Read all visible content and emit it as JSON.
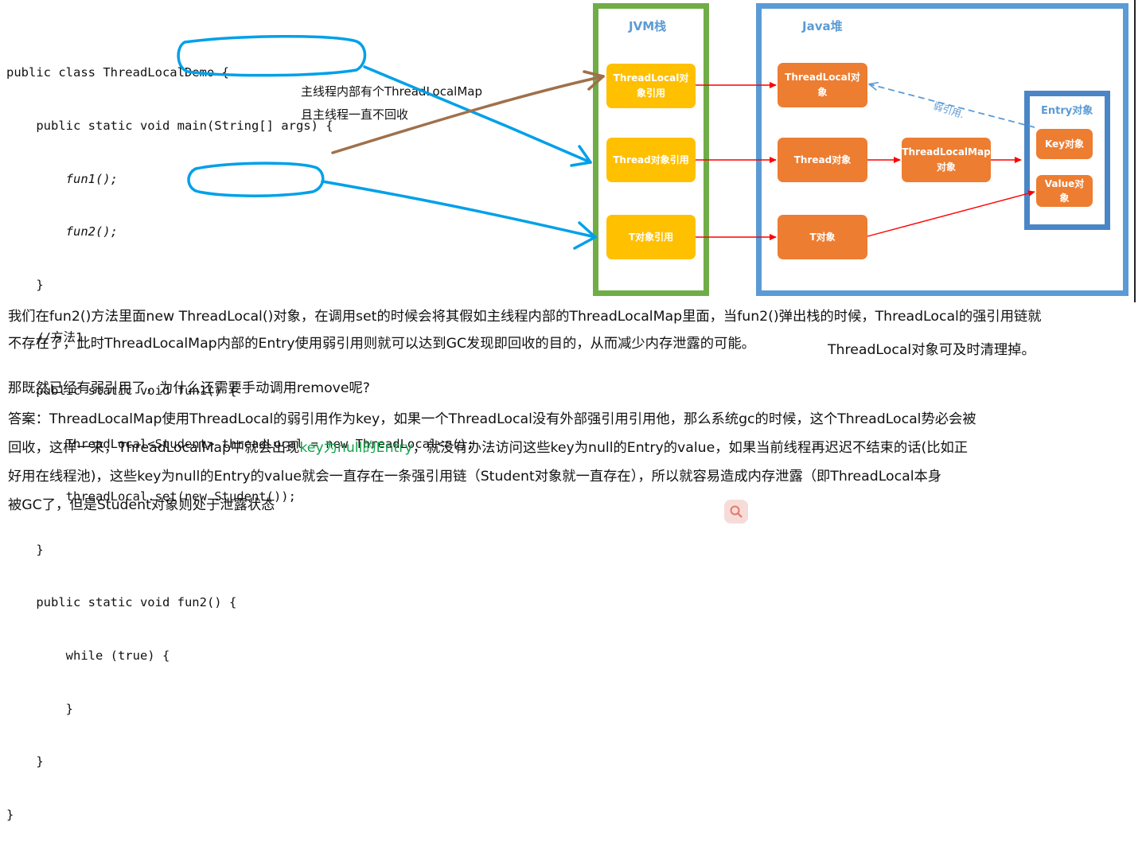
{
  "code": {
    "lines": [
      "public class ThreadLocalDemo {",
      "    public static void main(String[] args) {",
      "        fun1();",
      "        fun2();",
      "    }",
      "    //方法1",
      "    public static void fun1() {",
      "        ThreadLocal<Student> threadLocal = new ThreadLocal<>();",
      "        threadLocal.set(new Student());",
      "    }",
      "    public static void fun2() {",
      "        while (true) {",
      "        }",
      "    }",
      "}"
    ]
  },
  "annotation": {
    "line1": "主线程内部有个ThreadLocalMap",
    "line2": "且主线程一直不回收"
  },
  "diagram": {
    "jvm_title": "JVM栈",
    "heap_title": "Java堆",
    "entry_title": "Entry对象",
    "threadlocal_ref": "ThreadLocal对象引用",
    "thread_ref": "Thread对象引用",
    "t_ref": "T对象引用",
    "threadlocal_obj": "ThreadLocal对象",
    "thread_obj": "Thread对象",
    "threadlocalmap_obj": "ThreadLocalMap对象",
    "t_obj": "T对象",
    "key_obj": "Key对象",
    "value_obj": "Value对象",
    "weak_ref": "弱引用."
  },
  "text": {
    "para1_line1": "我们在fun2()方法里面new ThreadLocal()对象，在调用set的时候会将其假如主线程内部的ThreadLocalMap里面，当fun2()弹出栈的时候，ThreadLocal的强引用链就",
    "para1_line2": "不存在了，此时ThreadLocalMap内部的Entry使用弱引用则就可以达到GC发现即回收的目的，从而减少内存泄露的可能。",
    "para1_aside": "ThreadLocal对象可及时清理掉。",
    "question": "那既然已经有弱引用了，为什么还需要手动调用remove呢?",
    "answer_line1": "答案：ThreadLocalMap使用ThreadLocal的弱引用作为key，如果一个ThreadLocal没有外部强引用引用他，那么系统gc的时候，这个ThreadLocal势必会被",
    "answer_line2_a": "回收，这样一来，ThreadLocalMap中就会出现",
    "answer_line2_green": "key为null的Entry",
    "answer_line2_b": "，就没有办法访问这些key为null的Entry的value，如果当前线程再迟迟不结束的话(比如正",
    "answer_line3": "好用在线程池)，这些key为null的Entry的value就会一直存在一条强引用链（Student对象就一直存在），所以就容易造成内存泄露（即ThreadLocal本身",
    "answer_line4": "被GC了，但是Student对象则处于泄露状态"
  },
  "colors": {
    "jvm_border": "#70ad47",
    "heap_border": "#5b9bd5",
    "box_yellow": "#ffc000",
    "box_orange": "#ed7d31",
    "strong_ref_arrow": "#ff0000",
    "weak_ref_arrow": "#5b9bd5",
    "highlight_blue": "#00a0e9",
    "pointer_brown": "#a0704a",
    "green_text": "#13a34a"
  },
  "icons": {
    "search": "search-icon"
  }
}
